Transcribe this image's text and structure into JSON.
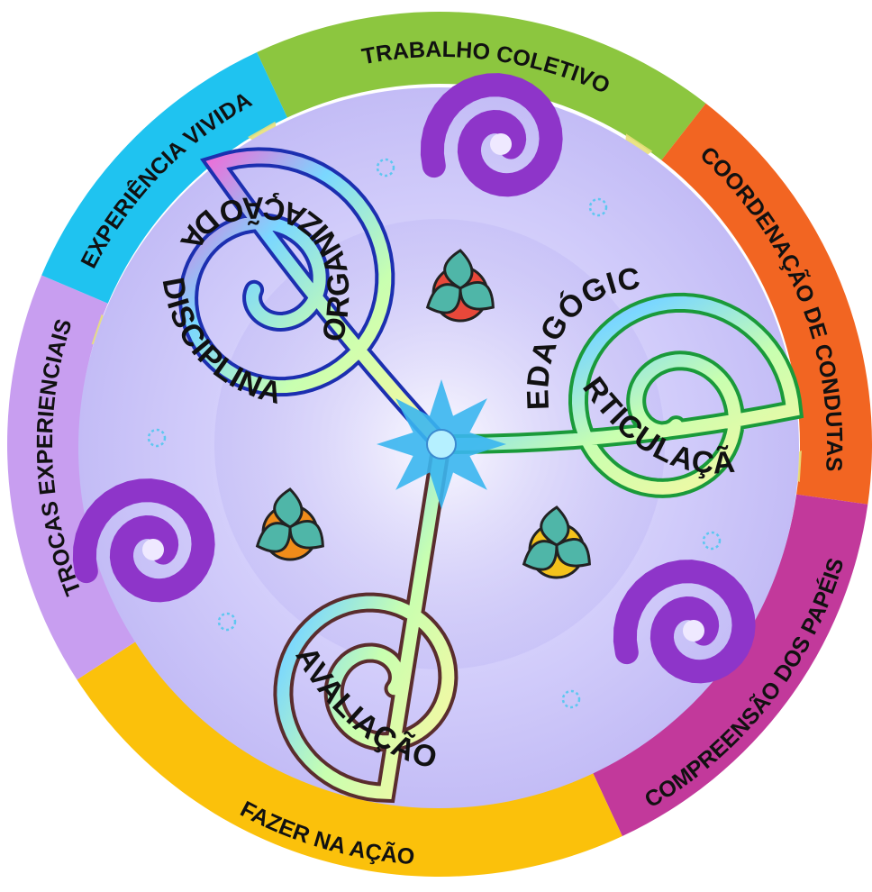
{
  "diagram": {
    "ring_segments": [
      {
        "label": "TRABALHO COLETIVO",
        "color": "#8cc63f"
      },
      {
        "label": "COORDENAÇÃO DE CONDUTAS",
        "color": "#f26522"
      },
      {
        "label": "COMPREENSÃO DOS PAPÉIS",
        "color": "#c2399b"
      },
      {
        "label": "FAZER NA AÇÃO",
        "color": "#fbc10b"
      },
      {
        "label": "TROCAS EXPERIENCIAIS",
        "color": "#c89ef0"
      },
      {
        "label": "EXPERIÊNCIA VIVIDA",
        "color": "#1fc3f0"
      }
    ],
    "spirals": [
      {
        "label": "ORGANIZAÇÃO DA DISCIPLINA",
        "color": "#1c2fb0"
      },
      {
        "label": "ARTICULAÇÃO PEDAGÓGICA",
        "color": "#1a9a3a"
      },
      {
        "label": "AVALIAÇÃO",
        "color": "#5a2d2d"
      }
    ],
    "colors": {
      "inner_disc": "#cdc8fa",
      "purple_swirl": "#8e35c9",
      "star": "#3ab6ef",
      "triquetra": "#4fb6a8"
    }
  }
}
